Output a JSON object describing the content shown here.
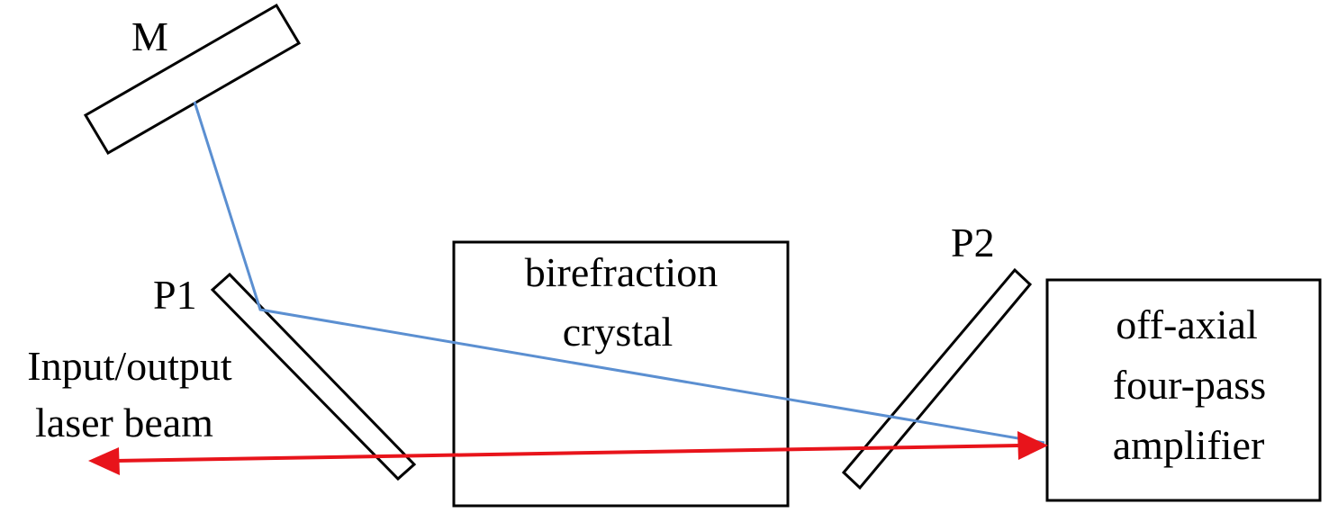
{
  "labels": {
    "mirror": "M",
    "polarizer1": "P1",
    "polarizer2": "P2",
    "crystal_line1": "birefraction",
    "crystal_line2": "crystal",
    "amplifier_line1": "off-axial",
    "amplifier_line2": "four-pass",
    "amplifier_line3": "amplifier",
    "beam_line1": "Input/output",
    "beam_line2": "laser beam"
  },
  "colors": {
    "outline": "#000000",
    "reflected_beam": "#5b8fd1",
    "laser_beam": "#e8141b",
    "background": "#ffffff"
  }
}
